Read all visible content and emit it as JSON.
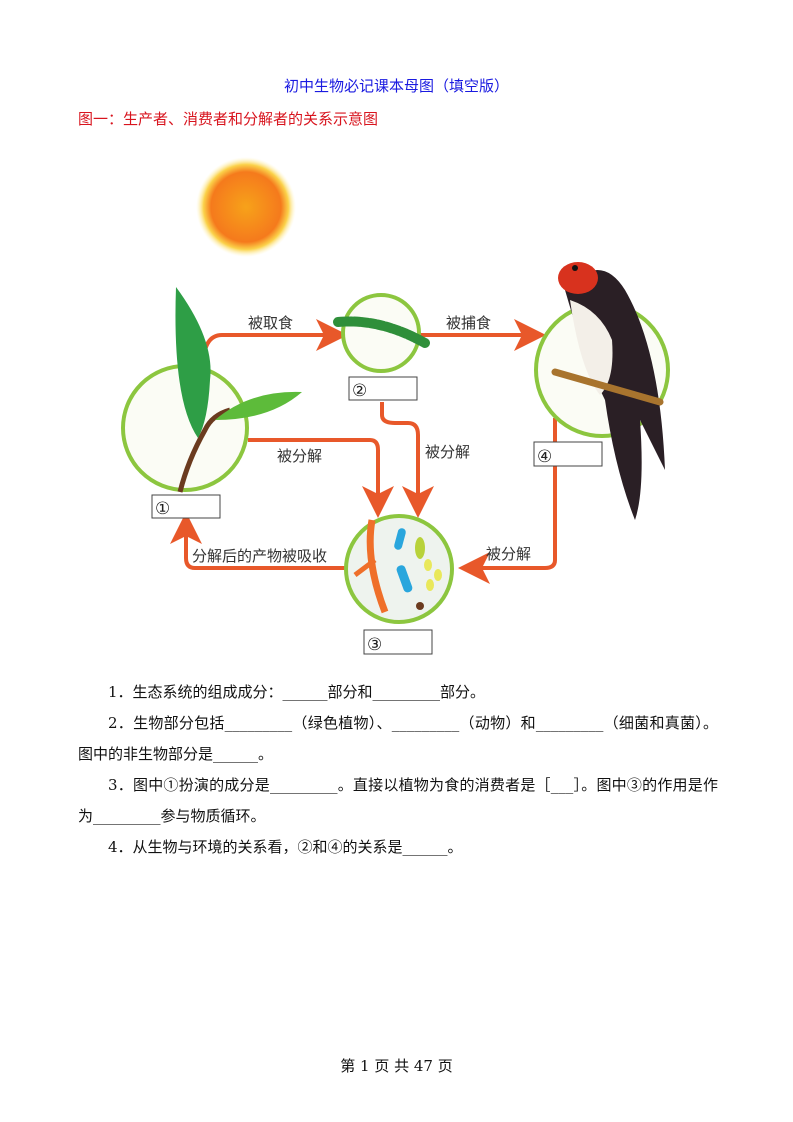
{
  "title": "初中生物必记课本母图（填空版）",
  "heading": "图一：生产者、消费者和分解者的关系示意图",
  "diagram": {
    "arrow_color": "#e8582a",
    "ring_color": "#8cc63f",
    "labels": {
      "eaten": "被取食",
      "preyed": "被捕食",
      "decomposed_1": "被分解",
      "decomposed_2": "被分解",
      "decomposed_4": "被分解",
      "absorbed": "分解后的产物被吸收"
    },
    "boxes": [
      "①",
      "②",
      "③",
      "④"
    ]
  },
  "questions": [
    "1．生态系统的组成成分：______部分和_________部分。",
    "2．生物部分包括_________（绿色植物）、_________（动物）和_________（细菌和真菌）。图中的非生物部分是______。",
    "3．图中①扮演的成分是_________。直接以植物为食的消费者是［___］。图中③的作用是作为_________参与物质循环。",
    "4．从生物与环境的关系看，②和④的关系是______。"
  ],
  "footer": "第 1 页 共 47 页"
}
